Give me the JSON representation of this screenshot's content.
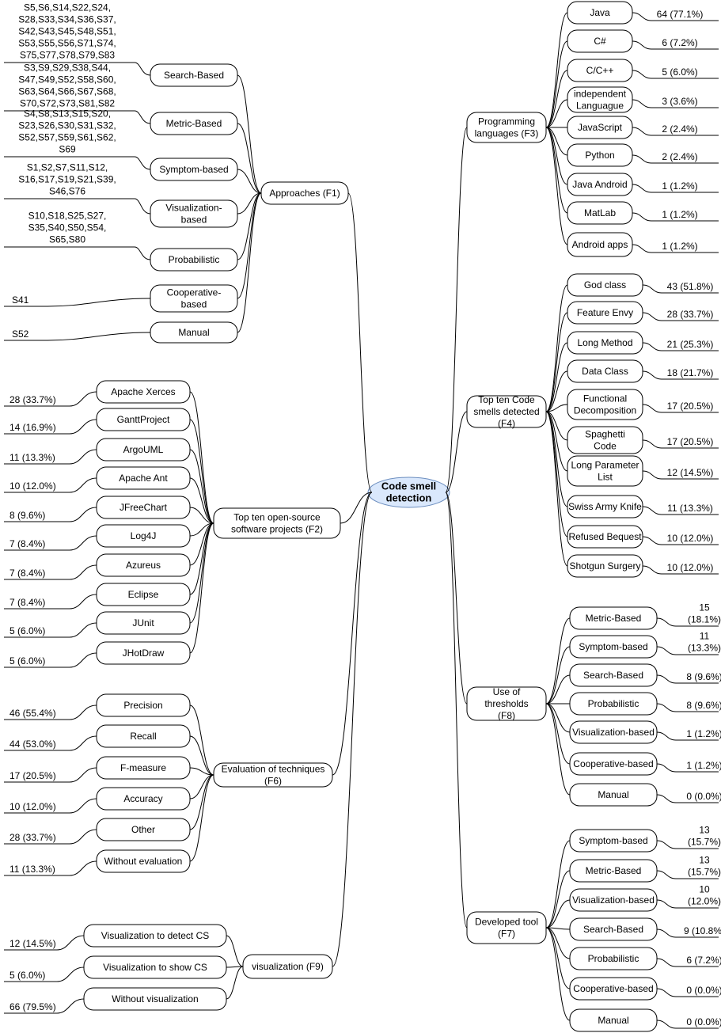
{
  "root": {
    "label": [
      "Code smell",
      "detection"
    ]
  },
  "f1": {
    "label": "Approaches (F1)",
    "items": [
      {
        "label": "Search-Based",
        "studies": [
          "S5,S6,S14,S22,S24,",
          "S28,S33,S34,S36,S37,",
          "S42,S43,S45,S48,S51,",
          "S53,S55,S56,S71,S74,",
          "S75,S77,S78,S79,S83"
        ]
      },
      {
        "label": "Metric-Based",
        "studies": [
          "S3,S9,S29,S38,S44,",
          "S47,S49,S52,S58,S60,",
          "S63,S64,S66,S67,S68,",
          "S70,S72,S73,S81,S82"
        ]
      },
      {
        "label": "Symptom-based",
        "studies": [
          "S4,S8,S13,S15,S20,",
          "S23,S26,S30,S31,S32,",
          "S52,S57,S59,S61,S62,",
          "S69"
        ]
      },
      {
        "label": [
          "Visualization-",
          "based"
        ],
        "studies": [
          "S1,S2,S7,S11,S12,",
          "S16,S17,S19,S21,S39,",
          "S46,S76"
        ]
      },
      {
        "label": "Probabilistic",
        "studies": [
          "S10,S18,S25,S27,",
          "S35,S40,S50,S54,",
          "S65,S80"
        ]
      },
      {
        "label": [
          "Cooperative-",
          "based"
        ],
        "studies": [
          "S41"
        ]
      },
      {
        "label": "Manual",
        "studies": [
          "S52"
        ]
      }
    ]
  },
  "f2": {
    "label": [
      "Top ten open-source",
      "software projects (F2)"
    ],
    "items": [
      {
        "label": "Apache Xerces",
        "value": "28 (33.7%)"
      },
      {
        "label": "GanttProject",
        "value": "14 (16.9%)"
      },
      {
        "label": "ArgoUML",
        "value": "11 (13.3%)"
      },
      {
        "label": "Apache Ant",
        "value": "10 (12.0%)"
      },
      {
        "label": "JFreeChart",
        "value": "8 (9.6%)"
      },
      {
        "label": "Log4J",
        "value": "7 (8.4%)"
      },
      {
        "label": "Azureus",
        "value": "7 (8.4%)"
      },
      {
        "label": "Eclipse",
        "value": "7 (8.4%)"
      },
      {
        "label": "JUnit",
        "value": "5 (6.0%)"
      },
      {
        "label": "JHotDraw",
        "value": "5 (6.0%)"
      }
    ]
  },
  "f6": {
    "label": [
      "Evaluation of techniques",
      "(F6)"
    ],
    "items": [
      {
        "label": "Precision",
        "value": "46 (55.4%)"
      },
      {
        "label": "Recall",
        "value": "44 (53.0%)"
      },
      {
        "label": "F-measure",
        "value": "17 (20.5%)"
      },
      {
        "label": "Accuracy",
        "value": "10 (12.0%)"
      },
      {
        "label": "Other",
        "value": "28 (33.7%)"
      },
      {
        "label": "Without evaluation",
        "value": "11 (13.3%)"
      }
    ]
  },
  "f9": {
    "label": "visualization (F9)",
    "items": [
      {
        "label": "Visualization to detect CS",
        "value": "12 (14.5%)"
      },
      {
        "label": "Visualization to show CS",
        "value": "5 (6.0%)"
      },
      {
        "label": "Without visualization",
        "value": "66 (79.5%)"
      }
    ]
  },
  "f3": {
    "label": [
      "Programming",
      "languages (F3)"
    ],
    "items": [
      {
        "label": "Java",
        "value": "64 (77.1%)"
      },
      {
        "label": "C#",
        "value": "6 (7.2%)"
      },
      {
        "label": "C/C++",
        "value": "5 (6.0%)"
      },
      {
        "label": [
          "independent",
          "Languague"
        ],
        "value": "3 (3.6%)"
      },
      {
        "label": "JavaScript",
        "value": "2 (2.4%)"
      },
      {
        "label": "Python",
        "value": "2 (2.4%)"
      },
      {
        "label": "Java Android",
        "value": "1 (1.2%)"
      },
      {
        "label": "MatLab",
        "value": "1 (1.2%)"
      },
      {
        "label": "Android apps",
        "value": "1 (1.2%)"
      }
    ]
  },
  "f4": {
    "label": [
      "Top ten Code",
      "smells detected",
      "(F4)"
    ],
    "items": [
      {
        "label": "God class",
        "value": "43 (51.8%)"
      },
      {
        "label": "Feature Envy",
        "value": "28 (33.7%)"
      },
      {
        "label": "Long Method",
        "value": "21 (25.3%)"
      },
      {
        "label": "Data Class",
        "value": "18 (21.7%)"
      },
      {
        "label": [
          "Functional",
          "Decomposition"
        ],
        "value": "17 (20.5%)"
      },
      {
        "label": [
          "Spaghetti",
          "Code"
        ],
        "value": "17 (20.5%)"
      },
      {
        "label": [
          "Long Parameter",
          "List"
        ],
        "value": "12 (14.5%)"
      },
      {
        "label": "Swiss Army Knife",
        "value": "11 (13.3%)"
      },
      {
        "label": "Refused Bequest",
        "value": "10 (12.0%)"
      },
      {
        "label": "Shotgun Surgery",
        "value": "10 (12.0%)"
      }
    ]
  },
  "f8": {
    "label": [
      "Use of",
      "thresholds",
      "(F8)"
    ],
    "items": [
      {
        "label": "Metric-Based",
        "value": [
          "15",
          "(18.1%)"
        ]
      },
      {
        "label": "Symptom-based",
        "value": [
          "11",
          "(13.3%)"
        ]
      },
      {
        "label": "Search-Based",
        "value": "8 (9.6%)"
      },
      {
        "label": "Probabilistic",
        "value": "8 (9.6%)"
      },
      {
        "label": "Visualization-based",
        "value": "1 (1.2%)"
      },
      {
        "label": "Cooperative-based",
        "value": "1 (1.2%)"
      },
      {
        "label": "Manual",
        "value": "0 (0.0%)"
      }
    ]
  },
  "f7": {
    "label": [
      "Developed tool",
      "(F7)"
    ],
    "items": [
      {
        "label": "Symptom-based",
        "value": [
          "13",
          "(15.7%)"
        ]
      },
      {
        "label": "Metric-Based",
        "value": [
          "13",
          "(15.7%)"
        ]
      },
      {
        "label": "Visualization-based",
        "value": [
          "10",
          "(12.0%)"
        ]
      },
      {
        "label": "Search-Based",
        "value": "9 (10.8%)"
      },
      {
        "label": "Probabilistic",
        "value": "6 (7.2%)"
      },
      {
        "label": "Cooperative-based",
        "value": "0 (0.0%)"
      },
      {
        "label": "Manual",
        "value": "0 (0.0%)"
      }
    ]
  }
}
